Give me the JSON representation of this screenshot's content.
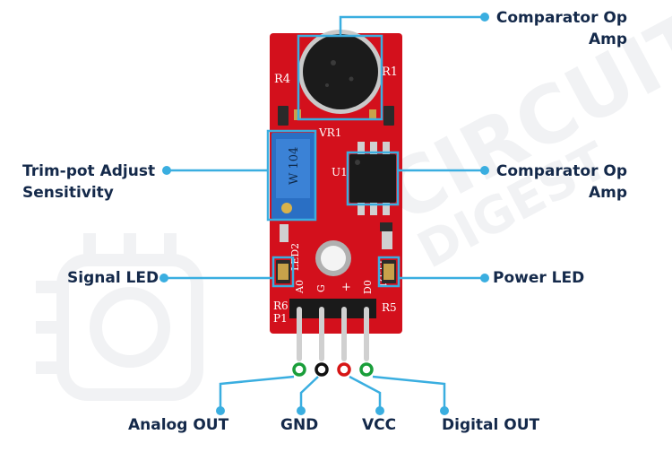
{
  "watermark": {
    "line1": "CIRCUIT",
    "line2": "DIGEST"
  },
  "board": {
    "markings": {
      "r4": "R4",
      "r1": "R1",
      "vr1": "VR1",
      "u1": "U1",
      "led2": "LED2",
      "led1": "LED1",
      "r6": "R6",
      "r5": "R5",
      "p1": "P1",
      "pot_value": "W 104",
      "pin_a0": "A0",
      "pin_g": "G",
      "pin_plus": "+",
      "pin_d0": "D0"
    }
  },
  "labels": {
    "top_right_line1": "Comparator Op",
    "top_right_line2": "Amp",
    "mid_right_line1": "Comparator Op",
    "mid_right_line2": "Amp",
    "trimpot_line1": "Trim-pot Adjust",
    "trimpot_line2": "Sensitivity",
    "signal_led": "Signal LED",
    "power_led": "Power LED",
    "analog_out": "Analog OUT",
    "gnd": "GND",
    "vcc": "VCC",
    "digital_out": "Digital OUT"
  },
  "colors": {
    "accent": "#3aaee0",
    "text": "#14294a",
    "pcb": "#d3101c",
    "pot": "#2a6fc4",
    "pin_analog": "#1a9e3a",
    "pin_gnd": "#111111",
    "pin_vcc": "#d61515",
    "pin_digital": "#1a9e3a"
  }
}
